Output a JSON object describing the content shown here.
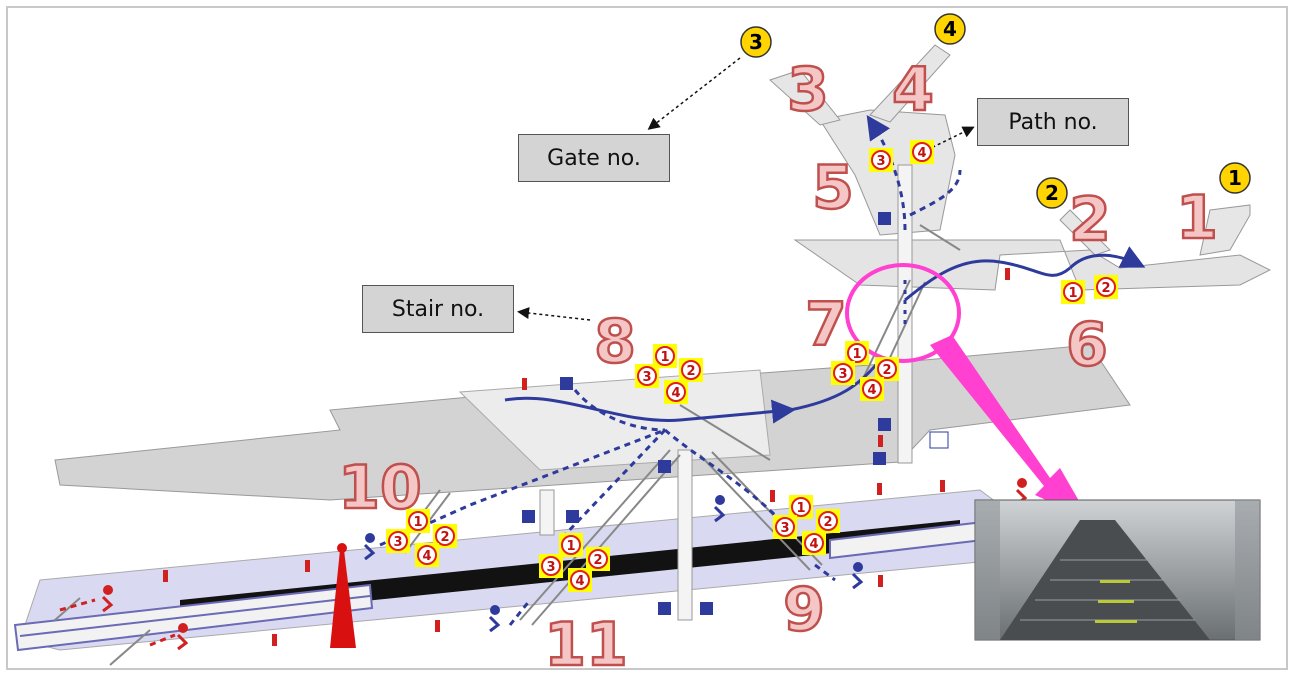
{
  "callouts": {
    "gate": "Gate no.",
    "path": "Path no.",
    "stair": "Stair no."
  },
  "gates": [
    {
      "num": "1"
    },
    {
      "num": "2"
    },
    {
      "num": "3"
    },
    {
      "num": "4"
    }
  ],
  "stairs": [
    {
      "num": "1"
    },
    {
      "num": "2"
    },
    {
      "num": "3"
    },
    {
      "num": "4"
    },
    {
      "num": "5"
    },
    {
      "num": "6"
    },
    {
      "num": "7"
    },
    {
      "num": "8"
    },
    {
      "num": "9"
    },
    {
      "num": "10"
    },
    {
      "num": "11"
    }
  ],
  "path_markers": [
    "①",
    "②",
    "③",
    "④"
  ],
  "colors": {
    "stair_number_fill": "#f4c6c6",
    "stair_number_stroke": "#c0504d",
    "gate_badge_fill": "#ffd400",
    "path_badge_fill": "#ffff00",
    "path_badge_ring": "#e02020",
    "route_line": "#2e3a9c",
    "emergency_route": "#d02020",
    "callout_fill": "#d4d4d4",
    "magnifier": "#ff40d0",
    "platform": "#d9d9f2",
    "concourse": "#dcdcdc"
  },
  "icons": [
    "exit-runner-icon",
    "elevator-icon",
    "phone-icon",
    "restroom-icon",
    "fire-extinguisher-icon",
    "escalator-photo"
  ]
}
